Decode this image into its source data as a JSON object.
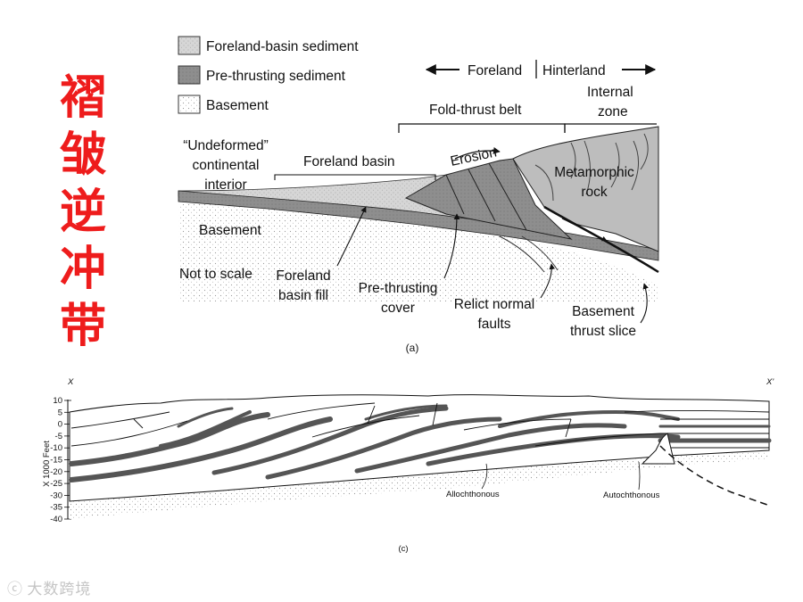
{
  "side_title": [
    "褶",
    "皱",
    "逆",
    "冲",
    "带"
  ],
  "watermark": "大数跨境",
  "diagram_a": {
    "legend": [
      {
        "label": "Foreland-basin sediment",
        "swatch": "light-stipple"
      },
      {
        "label": "Pre-thrusting sediment",
        "swatch": "dark-gray"
      },
      {
        "label": "Basement",
        "swatch": "dotted"
      }
    ],
    "direction": {
      "left": "Foreland",
      "right": "Hinterland"
    },
    "zones": {
      "fold_thrust_belt": "Fold-thrust belt",
      "internal_zone": [
        "Internal",
        "zone"
      ]
    },
    "labels": {
      "undeformed": [
        "“Undeformed”",
        "continental",
        "interior"
      ],
      "foreland_basin": "Foreland basin",
      "erosion": "Erosion",
      "metamorphic": [
        "Metamorphic",
        "rock"
      ],
      "basement": "Basement",
      "not_to_scale": "Not to scale",
      "foreland_fill": [
        "Foreland",
        "basin fill"
      ],
      "pre_thrusting_cover": [
        "Pre-thrusting",
        "cover"
      ],
      "relict_faults": [
        "Relict normal",
        "faults"
      ],
      "basement_thrust": [
        "Basement",
        "thrust slice"
      ]
    },
    "caption": "(a)"
  },
  "diagram_c": {
    "endpoints": {
      "left": "X",
      "right": "X'"
    },
    "axis_title": "X 1000 Feet",
    "y_ticks": [
      "10",
      "5",
      "0",
      "-5",
      "-10",
      "-15",
      "-20",
      "-25",
      "-30",
      "-35",
      "-40"
    ],
    "labels": {
      "allochthonous": "Allochthonous",
      "autochthonous": "Autochthonous"
    },
    "caption": "(c)"
  },
  "colors": {
    "title_red": "#ee1c1c",
    "dark_sediment": "#8c8c8c",
    "light_sediment": "#d2d2d2",
    "metamorphic": "#bdbdbd"
  }
}
